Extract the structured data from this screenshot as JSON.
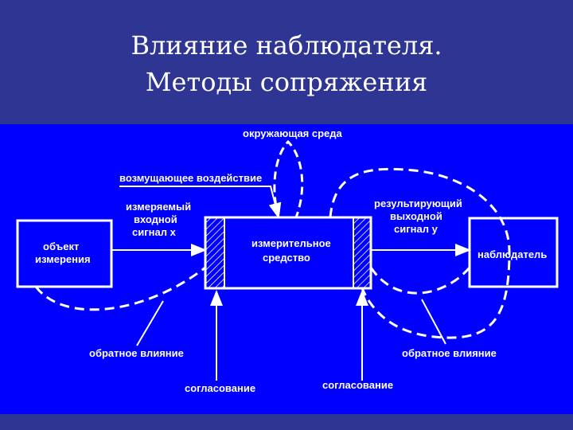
{
  "title": {
    "line1": "Влияние наблюдателя.",
    "line2": "Методы сопряжения"
  },
  "colors": {
    "background": "#2f3592",
    "diagram": "#0000ff",
    "lines": "#ffffff"
  },
  "diagram": {
    "environment": "окружающая среда",
    "disturbance": "возмущающее воздействие",
    "input_signal": [
      "измеряемый",
      "входной",
      "сигнал x"
    ],
    "object": [
      "объект",
      "измерения"
    ],
    "instrument": [
      "измерительное",
      "средство"
    ],
    "output_signal": [
      "результирующий",
      "выходной",
      "сигнал y"
    ],
    "observer": "наблюдатель",
    "feedback_left": "обратное влияние",
    "feedback_right": "обратное влияние",
    "matching_left": "согласование",
    "matching_right": "согласование"
  }
}
